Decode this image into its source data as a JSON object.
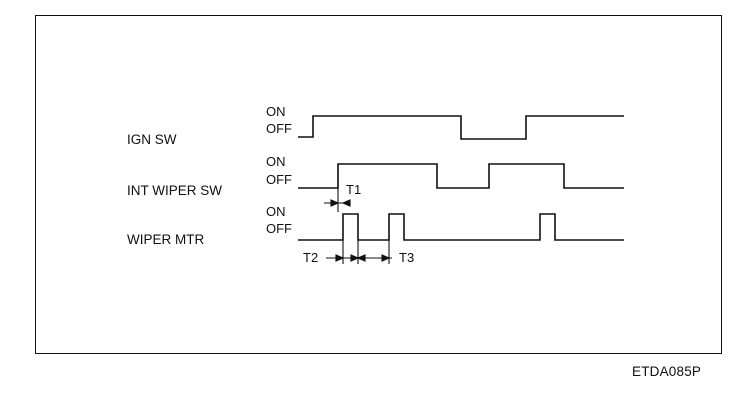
{
  "figure_code": "ETDA085P",
  "signals": [
    {
      "name": "IGN SW",
      "on_label": "ON",
      "off_label": "OFF"
    },
    {
      "name": "INT WIPER SW",
      "on_label": "ON",
      "off_label": "OFF"
    },
    {
      "name": "WIPER MTR",
      "on_label": "ON",
      "off_label": "OFF"
    }
  ],
  "timings": {
    "t1": "T1",
    "t2": "T2",
    "t3": "T3"
  }
}
